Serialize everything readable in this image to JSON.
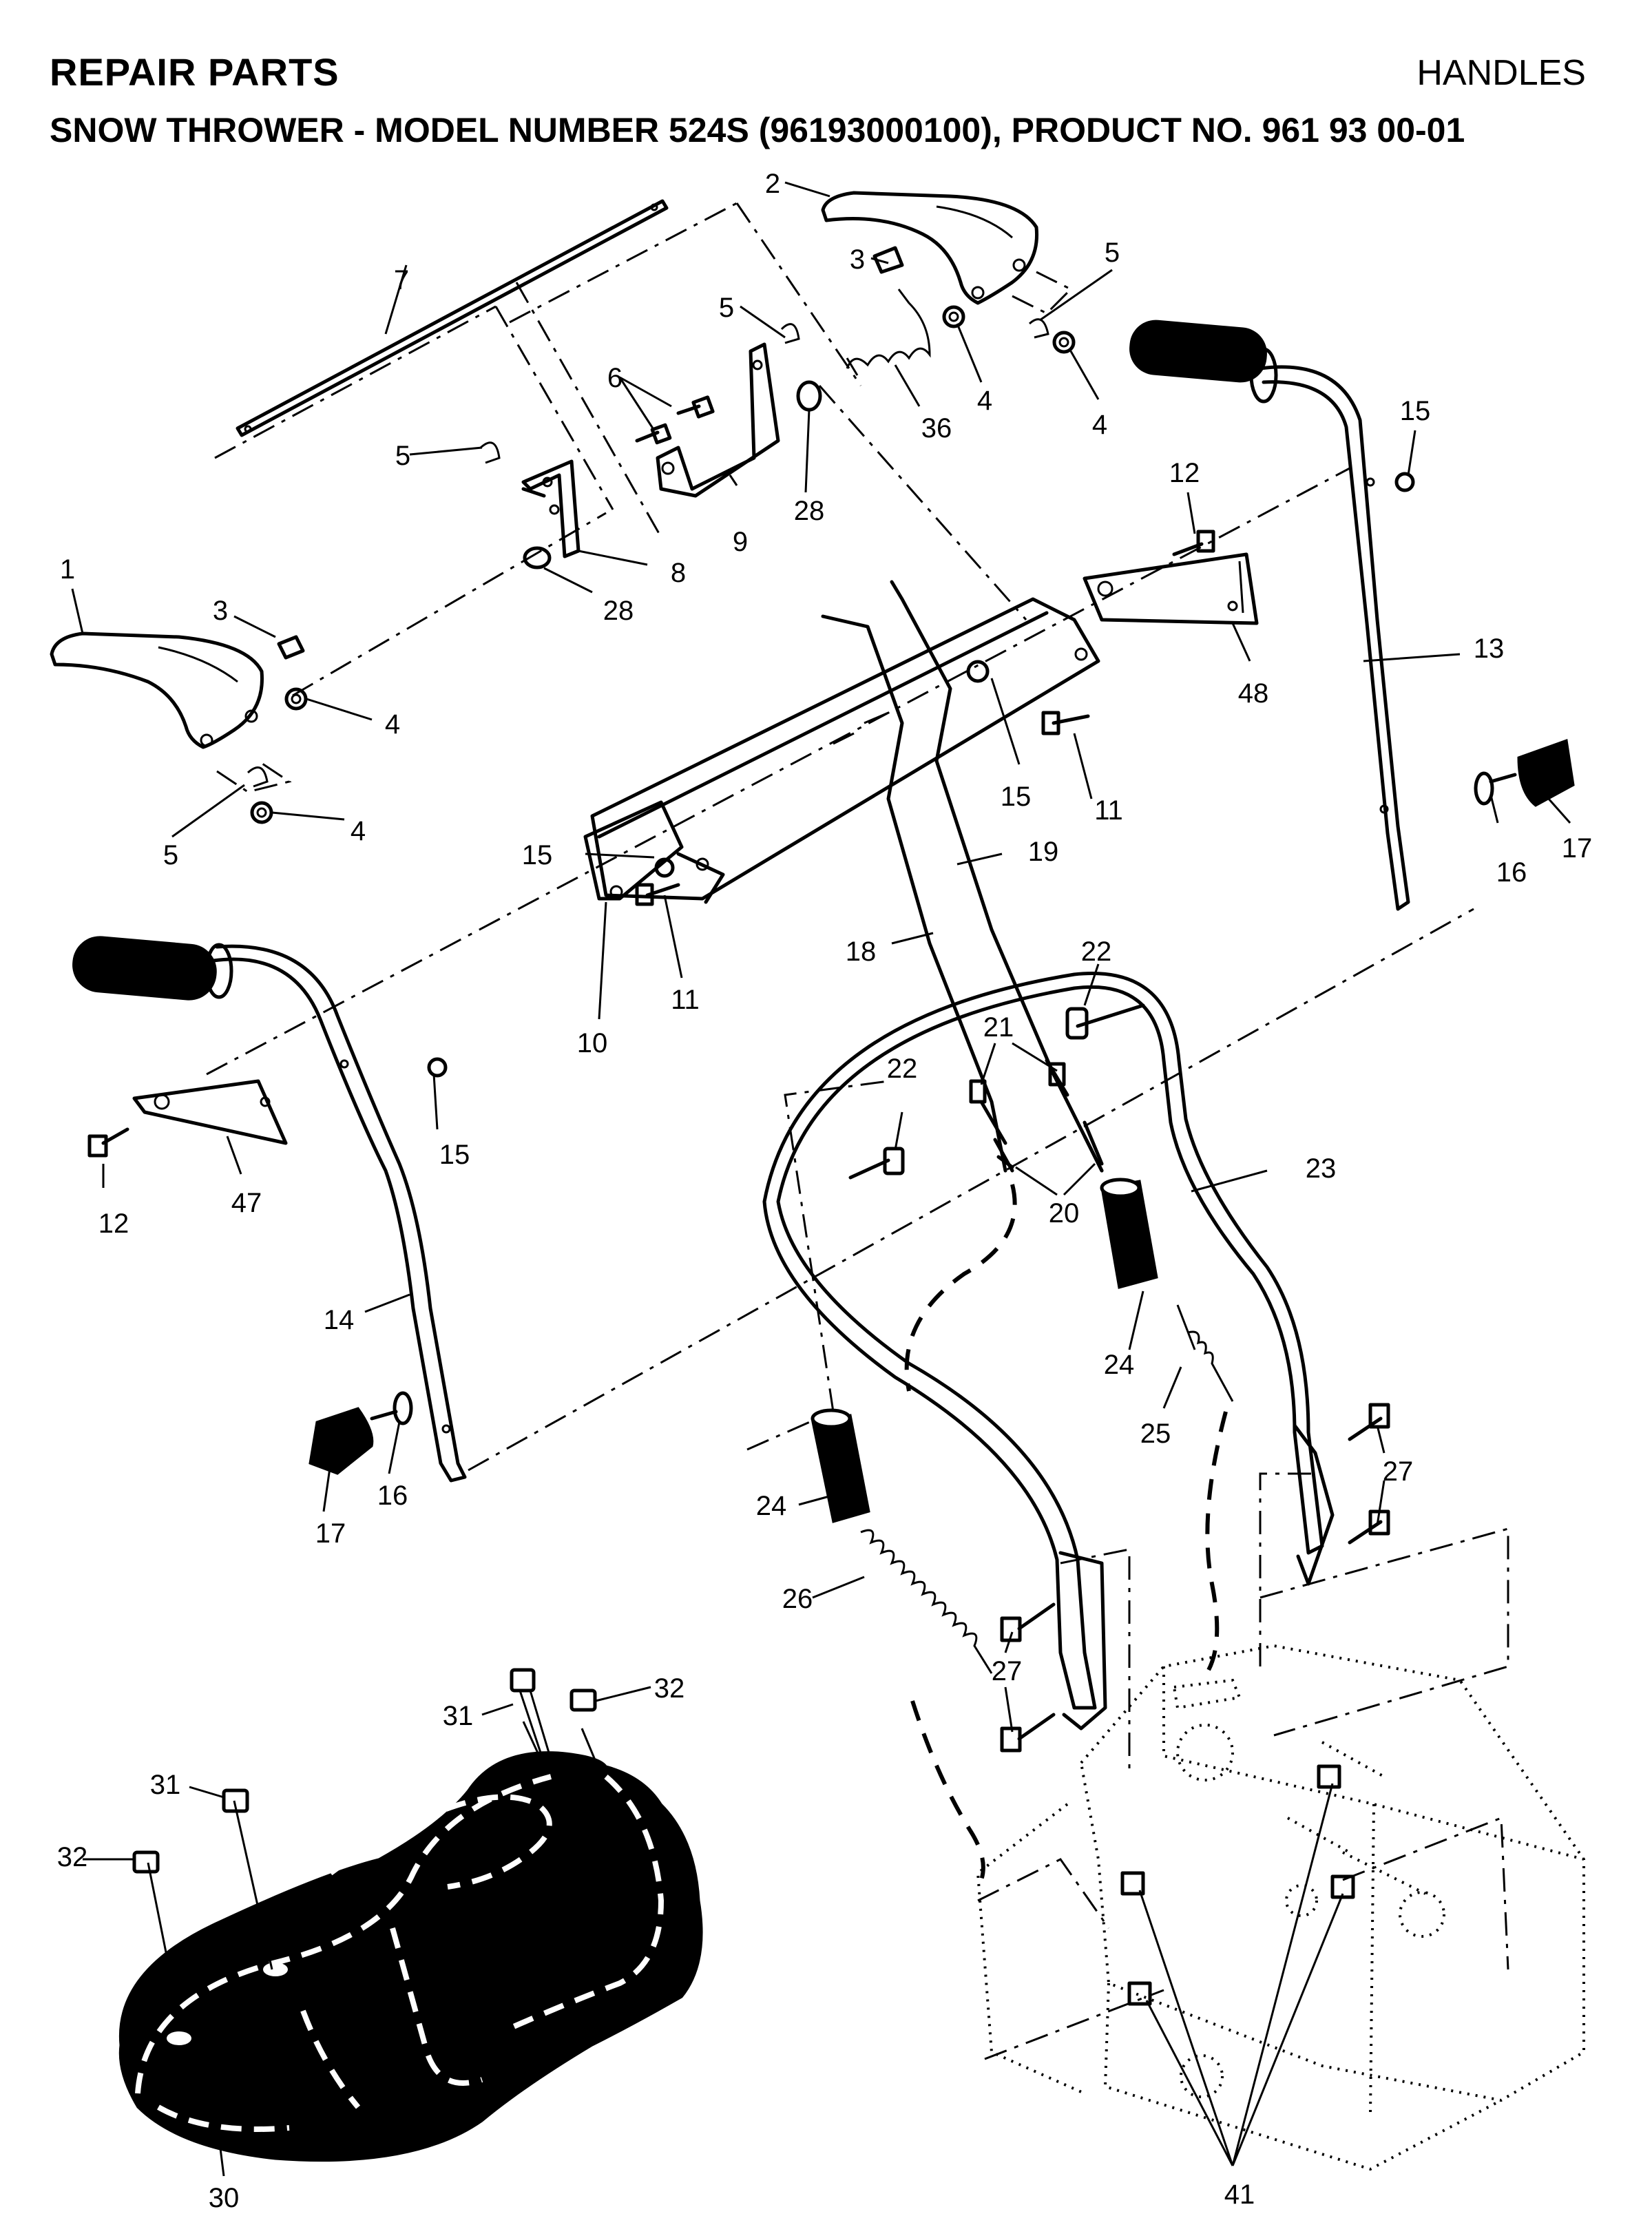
{
  "header": {
    "title_left": "REPAIR PARTS",
    "title_right": "HANDLES",
    "subtitle_prefix": "SNOW THROWER - MODEL NUMBER ",
    "subtitle_model": "524S",
    "subtitle_suffix": " (96193000100), PRODUCT NO. 961 93 00-01"
  },
  "callouts": [
    {
      "id": "c1",
      "text": "1"
    },
    {
      "id": "c2",
      "text": "2"
    },
    {
      "id": "c3a",
      "text": "3"
    },
    {
      "id": "c3b",
      "text": "3"
    },
    {
      "id": "c4a",
      "text": "4"
    },
    {
      "id": "c4b",
      "text": "4"
    },
    {
      "id": "c4c",
      "text": "4"
    },
    {
      "id": "c4d",
      "text": "4"
    },
    {
      "id": "c5a",
      "text": "5"
    },
    {
      "id": "c5b",
      "text": "5"
    },
    {
      "id": "c5c",
      "text": "5"
    },
    {
      "id": "c5d",
      "text": "5"
    },
    {
      "id": "c6",
      "text": "6"
    },
    {
      "id": "c7",
      "text": "7"
    },
    {
      "id": "c8",
      "text": "8"
    },
    {
      "id": "c9",
      "text": "9"
    },
    {
      "id": "c10",
      "text": "10"
    },
    {
      "id": "c11a",
      "text": "11"
    },
    {
      "id": "c11b",
      "text": "11"
    },
    {
      "id": "c12a",
      "text": "12"
    },
    {
      "id": "c12b",
      "text": "12"
    },
    {
      "id": "c13",
      "text": "13"
    },
    {
      "id": "c14",
      "text": "14"
    },
    {
      "id": "c15a",
      "text": "15"
    },
    {
      "id": "c15b",
      "text": "15"
    },
    {
      "id": "c15c",
      "text": "15"
    },
    {
      "id": "c15d",
      "text": "15"
    },
    {
      "id": "c16a",
      "text": "16"
    },
    {
      "id": "c16b",
      "text": "16"
    },
    {
      "id": "c17a",
      "text": "17"
    },
    {
      "id": "c17b",
      "text": "17"
    },
    {
      "id": "c18",
      "text": "18"
    },
    {
      "id": "c19",
      "text": "19"
    },
    {
      "id": "c20",
      "text": "20"
    },
    {
      "id": "c21",
      "text": "21"
    },
    {
      "id": "c22a",
      "text": "22"
    },
    {
      "id": "c22b",
      "text": "22"
    },
    {
      "id": "c23",
      "text": "23"
    },
    {
      "id": "c24a",
      "text": "24"
    },
    {
      "id": "c24b",
      "text": "24"
    },
    {
      "id": "c25",
      "text": "25"
    },
    {
      "id": "c26",
      "text": "26"
    },
    {
      "id": "c27a",
      "text": "27"
    },
    {
      "id": "c27b",
      "text": "27"
    },
    {
      "id": "c28a",
      "text": "28"
    },
    {
      "id": "c28b",
      "text": "28"
    },
    {
      "id": "c30",
      "text": "30"
    },
    {
      "id": "c31a",
      "text": "31"
    },
    {
      "id": "c31b",
      "text": "31"
    },
    {
      "id": "c32a",
      "text": "32"
    },
    {
      "id": "c32b",
      "text": "32"
    },
    {
      "id": "c36",
      "text": "36"
    },
    {
      "id": "c41",
      "text": "41"
    },
    {
      "id": "c47",
      "text": "47"
    },
    {
      "id": "c48",
      "text": "48"
    }
  ]
}
